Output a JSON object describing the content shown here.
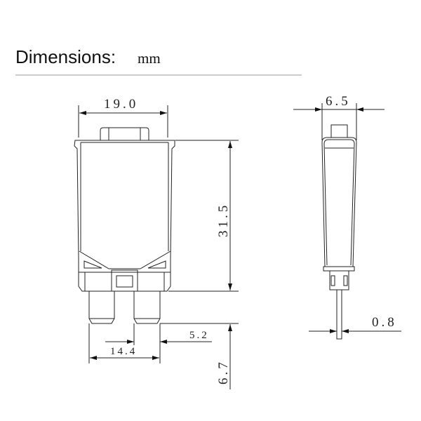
{
  "header": {
    "title": "Dimensions:",
    "unit": "mm"
  },
  "front_view": {
    "width": "19.0",
    "height": "31.5",
    "blade_length": "6.7",
    "blade_width": "5.2",
    "blade_span": "14.4"
  },
  "side_view": {
    "thickness": "6.5",
    "blade_thickness": "0.8"
  }
}
